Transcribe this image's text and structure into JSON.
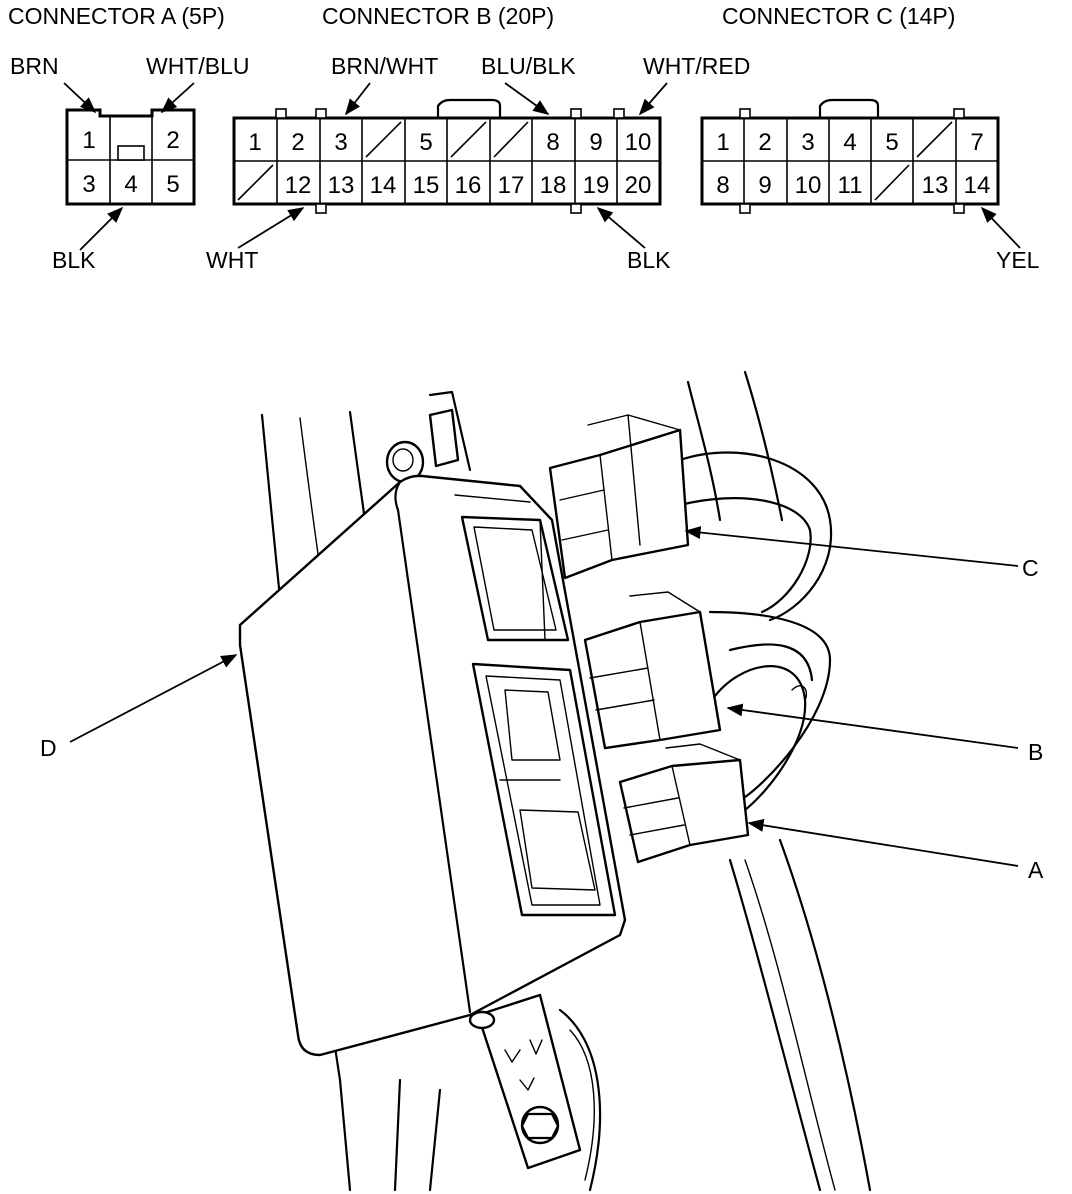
{
  "connectors": {
    "a": {
      "title": "CONNECTOR A (5P)",
      "pins_top": [
        "1",
        "",
        "2"
      ],
      "pins_bottom": [
        "3",
        "4",
        "5"
      ],
      "wires": [
        "BRN",
        "WHT/BLU",
        "BLK"
      ]
    },
    "b": {
      "title": "CONNECTOR B (20P)",
      "pins_top": [
        "1",
        "2",
        "3",
        "",
        "5",
        "",
        "",
        "8",
        "9",
        "10"
      ],
      "pins_bottom": [
        "",
        "12",
        "13",
        "14",
        "15",
        "16",
        "17",
        "18",
        "19",
        "20"
      ],
      "wires": [
        "BRN/WHT",
        "BLU/BLK",
        "WHT/RED",
        "WHT",
        "BLK"
      ]
    },
    "c": {
      "title": "CONNECTOR C (14P)",
      "pins_top": [
        "1",
        "2",
        "3",
        "4",
        "5",
        "",
        "7"
      ],
      "pins_bottom": [
        "8",
        "9",
        "10",
        "11",
        "",
        "13",
        "14"
      ],
      "wires": [
        "YEL"
      ]
    }
  },
  "callouts": [
    "A",
    "B",
    "C",
    "D"
  ]
}
